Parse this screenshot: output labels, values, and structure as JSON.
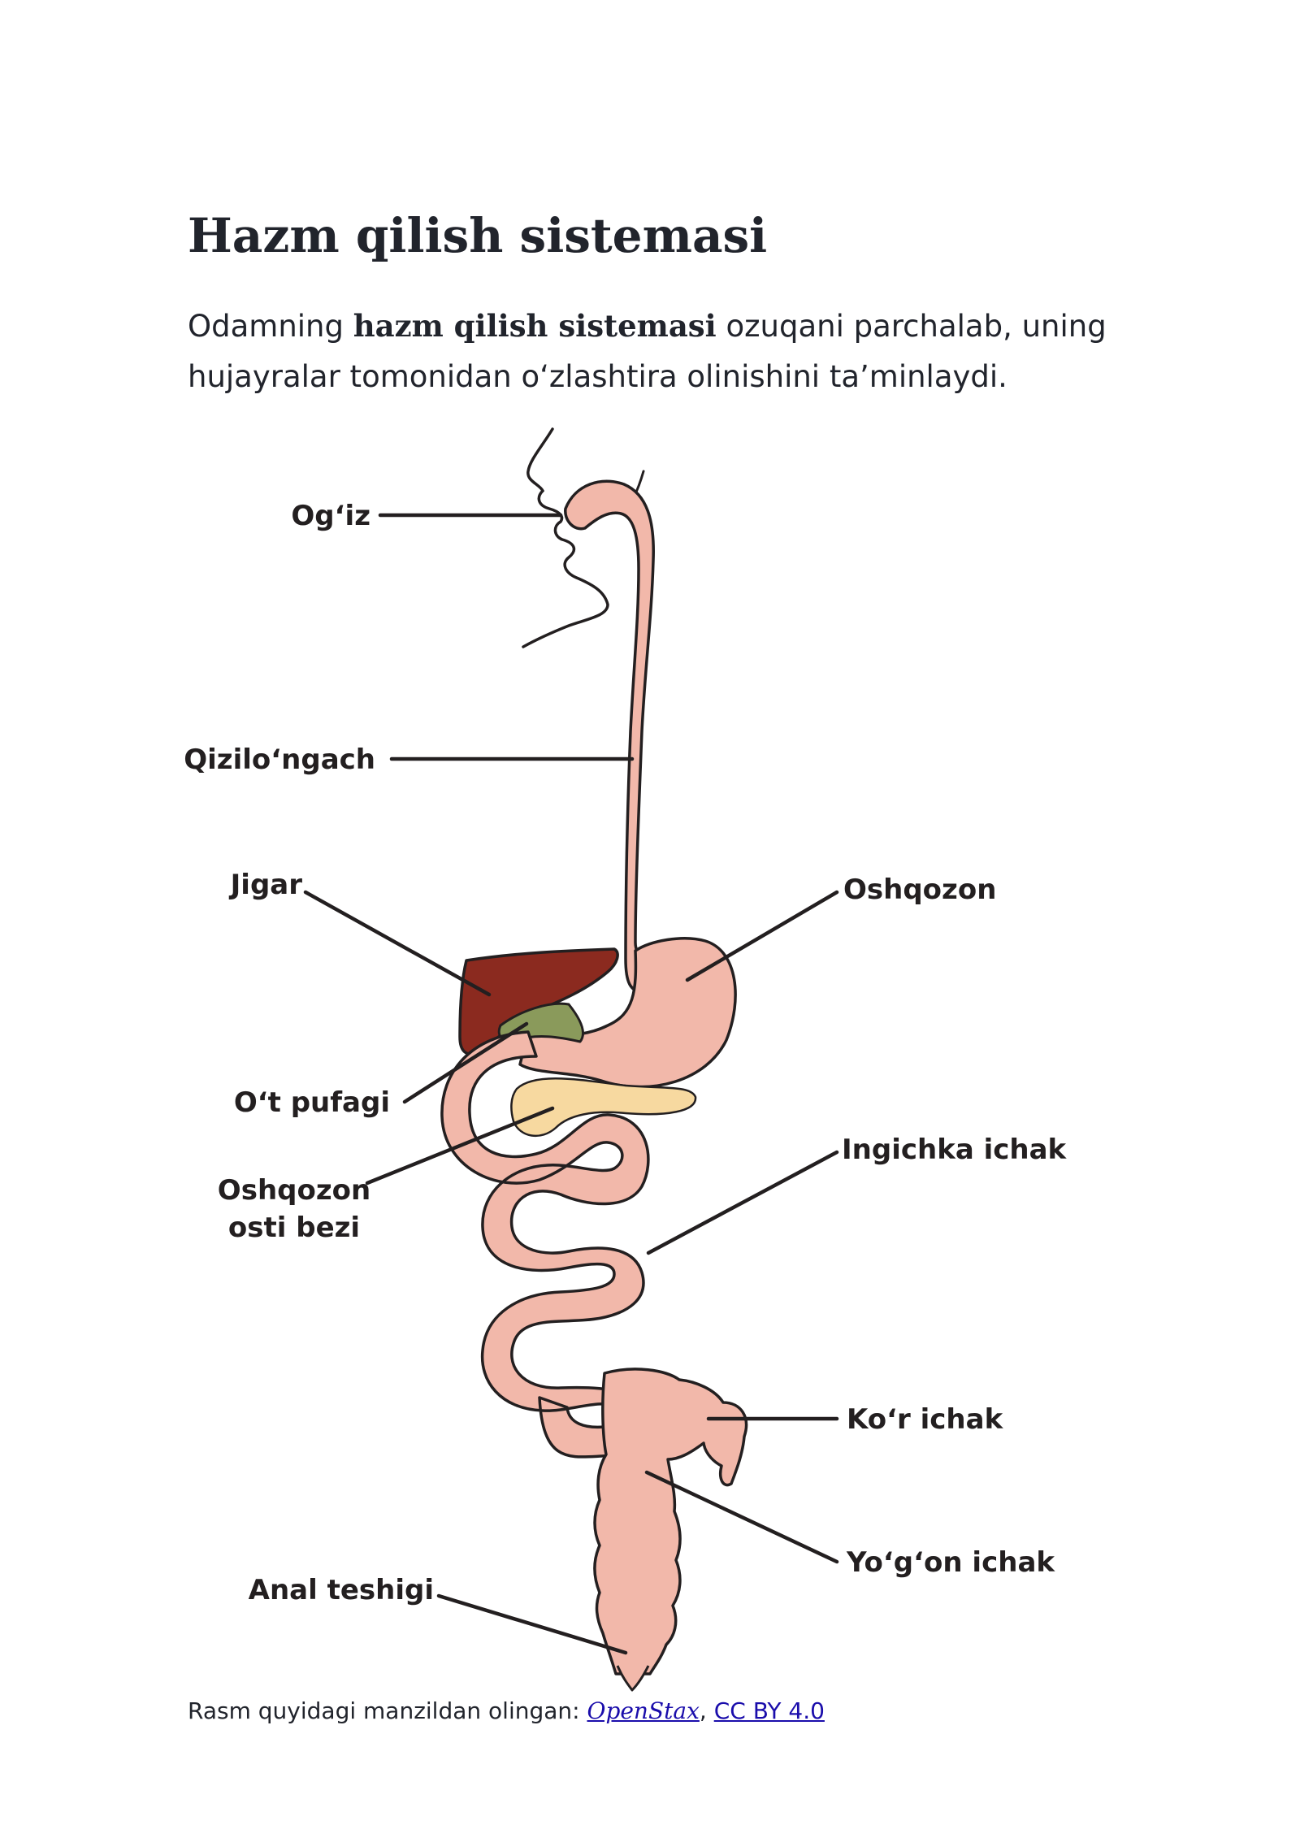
{
  "article": {
    "title": "Hazm qilish sistemasi",
    "intro_before": "Odamning ",
    "intro_bold": "hazm qilish sistemasi",
    "intro_after": " ozuqani parchalab, uning hujayralar tomonidan o‘zlashtira olinishini ta’minlaydi."
  },
  "diagram": {
    "labels": {
      "mouth": "Og‘iz",
      "esophagus": "Qizilo‘ngach",
      "liver": "Jigar",
      "stomach": "Oshqozon",
      "gallbladder": "O‘t pufagi",
      "pancreas_line1": "Oshqozon",
      "pancreas_line2": "osti bezi",
      "small_intestine": "Ingichka ichak",
      "cecum": "Ko‘r ichak",
      "large_intestine": "Yo‘g‘on ichak",
      "anus": "Anal teshigi"
    },
    "colors": {
      "tract": "#f2b8aa",
      "liver": "#8b2a1f",
      "gallbladder": "#8a9a5b",
      "pancreas": "#f7d9a0",
      "outline": "#231f20"
    }
  },
  "caption": {
    "prefix": "Rasm quyidagi manzildan olingan: ",
    "source_link": "OpenStax",
    "separator": ", ",
    "license_link": "CC BY 4.0"
  }
}
